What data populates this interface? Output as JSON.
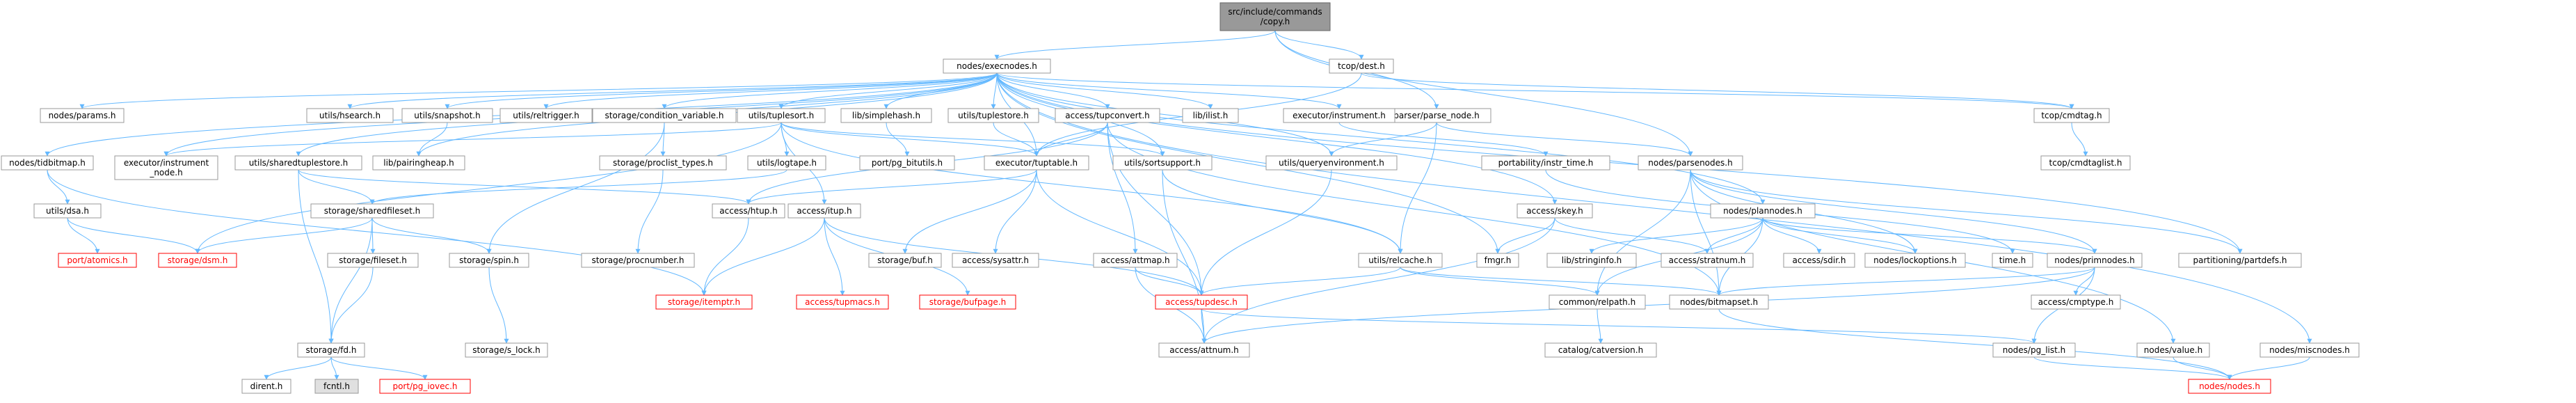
{
  "graph": {
    "title": "src/include/commands/copy.h dependency graph",
    "colors": {
      "root_fill": "#999999",
      "node_fill": "#ffffff",
      "node_stroke": "#999999",
      "text": "#000000",
      "text_missing": "#ff0000",
      "edge": "#63b8ff",
      "stub_fill": "#e0e0e0"
    },
    "nodes": [
      {
        "id": "root",
        "label": "src/include/commands\n/copy.h",
        "kind": "root"
      },
      {
        "id": "nodes_execnodes",
        "label": "nodes/execnodes.h",
        "kind": "normal"
      },
      {
        "id": "tcop_dest",
        "label": "tcop/dest.h",
        "kind": "normal"
      },
      {
        "id": "parser_parse_node",
        "label": "parser/parse_node.h",
        "kind": "normal"
      },
      {
        "id": "nodes_parsenodes",
        "label": "nodes/parsenodes.h",
        "kind": "normal"
      },
      {
        "id": "nodes_params",
        "label": "nodes/params.h",
        "kind": "normal"
      },
      {
        "id": "utils_hsearch",
        "label": "utils/hsearch.h",
        "kind": "normal"
      },
      {
        "id": "utils_snapshot",
        "label": "utils/snapshot.h",
        "kind": "normal"
      },
      {
        "id": "utils_reltrigger",
        "label": "utils/reltrigger.h",
        "kind": "normal"
      },
      {
        "id": "storage_condition_variable",
        "label": "storage/condition_variable.h",
        "kind": "normal"
      },
      {
        "id": "utils_tuplesort",
        "label": "utils/tuplesort.h",
        "kind": "normal"
      },
      {
        "id": "lib_simplehash",
        "label": "lib/simplehash.h",
        "kind": "normal"
      },
      {
        "id": "utils_tuplestore",
        "label": "utils/tuplestore.h",
        "kind": "normal"
      },
      {
        "id": "access_tupconvert",
        "label": "access/tupconvert.h",
        "kind": "normal"
      },
      {
        "id": "lib_ilist",
        "label": "lib/ilist.h",
        "kind": "normal"
      },
      {
        "id": "executor_instrument",
        "label": "executor/instrument.h",
        "kind": "normal"
      },
      {
        "id": "tcop_cmdtag",
        "label": "tcop/cmdtag.h",
        "kind": "normal"
      },
      {
        "id": "tcop_cmdtaglist",
        "label": "tcop/cmdtaglist.h",
        "kind": "normal"
      },
      {
        "id": "nodes_tidbitmap",
        "label": "nodes/tidbitmap.h",
        "kind": "normal"
      },
      {
        "id": "executor_instrument_node",
        "label": "executor/instrument\n_node.h",
        "kind": "normal"
      },
      {
        "id": "utils_sharedtuplestore",
        "label": "utils/sharedtuplestore.h",
        "kind": "normal"
      },
      {
        "id": "lib_pairingheap",
        "label": "lib/pairingheap.h",
        "kind": "normal"
      },
      {
        "id": "storage_proclist_types",
        "label": "storage/proclist_types.h",
        "kind": "normal"
      },
      {
        "id": "utils_logtape",
        "label": "utils/logtape.h",
        "kind": "normal"
      },
      {
        "id": "port_pg_bitutils",
        "label": "port/pg_bitutils.h",
        "kind": "normal"
      },
      {
        "id": "executor_tuptable",
        "label": "executor/tuptable.h",
        "kind": "normal"
      },
      {
        "id": "utils_sortsupport",
        "label": "utils/sortsupport.h",
        "kind": "normal"
      },
      {
        "id": "utils_queryenvironment",
        "label": "utils/queryenvironment.h",
        "kind": "normal"
      },
      {
        "id": "portability_instr_time",
        "label": "portability/instr_time.h",
        "kind": "normal"
      },
      {
        "id": "access_skey",
        "label": "access/skey.h",
        "kind": "normal"
      },
      {
        "id": "nodes_plannodes",
        "label": "nodes/plannodes.h",
        "kind": "normal"
      },
      {
        "id": "utils_dsa",
        "label": "utils/dsa.h",
        "kind": "normal"
      },
      {
        "id": "storage_sharedfileset",
        "label": "storage/sharedfileset.h",
        "kind": "normal"
      },
      {
        "id": "storage_procnumber",
        "label": "storage/procnumber.h",
        "kind": "normal"
      },
      {
        "id": "access_htup",
        "label": "access/htup.h",
        "kind": "normal"
      },
      {
        "id": "access_itup",
        "label": "access/itup.h",
        "kind": "normal"
      },
      {
        "id": "storage_buf",
        "label": "storage/buf.h",
        "kind": "normal"
      },
      {
        "id": "access_sysattr",
        "label": "access/sysattr.h",
        "kind": "normal"
      },
      {
        "id": "access_attmap",
        "label": "access/attmap.h",
        "kind": "normal"
      },
      {
        "id": "utils_relcache",
        "label": "utils/relcache.h",
        "kind": "normal"
      },
      {
        "id": "fmgr",
        "label": "fmgr.h",
        "kind": "normal"
      },
      {
        "id": "lib_stringinfo",
        "label": "lib/stringinfo.h",
        "kind": "normal"
      },
      {
        "id": "access_stratnum",
        "label": "access/stratnum.h",
        "kind": "normal"
      },
      {
        "id": "access_sdir",
        "label": "access/sdir.h",
        "kind": "normal"
      },
      {
        "id": "nodes_lockoptions",
        "label": "nodes/lockoptions.h",
        "kind": "normal"
      },
      {
        "id": "time",
        "label": "time.h",
        "kind": "normal"
      },
      {
        "id": "nodes_primnodes",
        "label": "nodes/primnodes.h",
        "kind": "normal"
      },
      {
        "id": "partitioning_partdefs",
        "label": "partitioning/partdefs.h",
        "kind": "normal"
      },
      {
        "id": "port_atomics",
        "label": "port/atomics.h",
        "kind": "missing"
      },
      {
        "id": "storage_dsm",
        "label": "storage/dsm.h",
        "kind": "missing"
      },
      {
        "id": "storage_fileset",
        "label": "storage/fileset.h",
        "kind": "normal"
      },
      {
        "id": "storage_spin",
        "label": "storage/spin.h",
        "kind": "normal"
      },
      {
        "id": "storage_itemptr",
        "label": "storage/itemptr.h",
        "kind": "missing"
      },
      {
        "id": "access_tupmacs",
        "label": "access/tupmacs.h",
        "kind": "missing"
      },
      {
        "id": "storage_bufpage",
        "label": "storage/bufpage.h",
        "kind": "missing"
      },
      {
        "id": "access_tupdesc",
        "label": "access/tupdesc.h",
        "kind": "missing"
      },
      {
        "id": "common_relpath",
        "label": "common/relpath.h",
        "kind": "normal"
      },
      {
        "id": "nodes_bitmapset",
        "label": "nodes/bitmapset.h",
        "kind": "normal"
      },
      {
        "id": "access_cmptype",
        "label": "access/cmptype.h",
        "kind": "normal"
      },
      {
        "id": "storage_fd",
        "label": "storage/fd.h",
        "kind": "normal"
      },
      {
        "id": "storage_s_lock",
        "label": "storage/s_lock.h",
        "kind": "normal"
      },
      {
        "id": "access_attnum",
        "label": "access/attnum.h",
        "kind": "normal"
      },
      {
        "id": "catalog_catversion",
        "label": "catalog/catversion.h",
        "kind": "normal"
      },
      {
        "id": "nodes_pg_list",
        "label": "nodes/pg_list.h",
        "kind": "normal"
      },
      {
        "id": "nodes_value",
        "label": "nodes/value.h",
        "kind": "normal"
      },
      {
        "id": "nodes_miscnodes",
        "label": "nodes/miscnodes.h",
        "kind": "normal"
      },
      {
        "id": "dirent",
        "label": "dirent.h",
        "kind": "normal"
      },
      {
        "id": "fcntl",
        "label": "fcntl.h",
        "kind": "stub"
      },
      {
        "id": "port_pg_iovec",
        "label": "port/pg_iovec.h",
        "kind": "missing"
      },
      {
        "id": "nodes_nodes",
        "label": "nodes/nodes.h",
        "kind": "missing"
      }
    ],
    "edges": [
      [
        "root",
        "nodes_execnodes"
      ],
      [
        "root",
        "tcop_dest"
      ],
      [
        "root",
        "parser_parse_node"
      ],
      [
        "root",
        "nodes_parsenodes"
      ],
      [
        "nodes_execnodes",
        "nodes_params"
      ],
      [
        "nodes_execnodes",
        "utils_hsearch"
      ],
      [
        "nodes_execnodes",
        "utils_snapshot"
      ],
      [
        "nodes_execnodes",
        "utils_reltrigger"
      ],
      [
        "nodes_execnodes",
        "storage_condition_variable"
      ],
      [
        "nodes_execnodes",
        "utils_tuplesort"
      ],
      [
        "nodes_execnodes",
        "lib_simplehash"
      ],
      [
        "nodes_execnodes",
        "utils_tuplestore"
      ],
      [
        "nodes_execnodes",
        "access_tupconvert"
      ],
      [
        "nodes_execnodes",
        "lib_ilist"
      ],
      [
        "nodes_execnodes",
        "executor_instrument"
      ],
      [
        "nodes_execnodes",
        "tcop_cmdtag"
      ],
      [
        "nodes_execnodes",
        "nodes_tidbitmap"
      ],
      [
        "nodes_execnodes",
        "executor_instrument_node"
      ],
      [
        "nodes_execnodes",
        "utils_sharedtuplestore"
      ],
      [
        "nodes_execnodes",
        "lib_pairingheap"
      ],
      [
        "nodes_execnodes",
        "executor_tuptable"
      ],
      [
        "nodes_execnodes",
        "utils_sortsupport"
      ],
      [
        "nodes_execnodes",
        "utils_queryenvironment"
      ],
      [
        "nodes_execnodes",
        "access_skey"
      ],
      [
        "nodes_execnodes",
        "nodes_plannodes"
      ],
      [
        "nodes_execnodes",
        "fmgr"
      ],
      [
        "nodes_execnodes",
        "partitioning_partdefs"
      ],
      [
        "nodes_execnodes",
        "nodes_miscnodes"
      ],
      [
        "tcop_dest",
        "executor_tuptable"
      ],
      [
        "tcop_dest",
        "tcop_cmdtag"
      ],
      [
        "parser_parse_node",
        "nodes_parsenodes"
      ],
      [
        "parser_parse_node",
        "utils_queryenvironment"
      ],
      [
        "parser_parse_node",
        "utils_relcache"
      ],
      [
        "nodes_parsenodes",
        "nodes_lockoptions"
      ],
      [
        "nodes_parsenodes",
        "nodes_primnodes"
      ],
      [
        "nodes_parsenodes",
        "nodes_value"
      ],
      [
        "nodes_parsenodes",
        "partitioning_partdefs"
      ],
      [
        "nodes_parsenodes",
        "common_relpath"
      ],
      [
        "nodes_parsenodes",
        "nodes_bitmapset"
      ],
      [
        "tcop_cmdtag",
        "tcop_cmdtaglist"
      ],
      [
        "utils_snapshot",
        "lib_pairingheap"
      ],
      [
        "storage_condition_variable",
        "storage_proclist_types"
      ],
      [
        "storage_condition_variable",
        "storage_spin"
      ],
      [
        "utils_tuplesort",
        "executor_tuptable"
      ],
      [
        "utils_tuplesort",
        "utils_logtape"
      ],
      [
        "utils_tuplesort",
        "utils_sortsupport"
      ],
      [
        "utils_tuplesort",
        "access_itup"
      ],
      [
        "utils_tuplesort",
        "utils_relcache"
      ],
      [
        "utils_tuplesort",
        "executor_instrument_node"
      ],
      [
        "utils_tuplesort",
        "storage_dsm"
      ],
      [
        "lib_simplehash",
        "port_pg_bitutils"
      ],
      [
        "utils_tuplestore",
        "executor_tuptable"
      ],
      [
        "access_tupconvert",
        "access_attmap"
      ],
      [
        "access_tupconvert",
        "access_htup"
      ],
      [
        "access_tupconvert",
        "access_tupdesc"
      ],
      [
        "access_tupconvert",
        "executor_tuptable"
      ],
      [
        "access_tupconvert",
        "nodes_bitmapset"
      ],
      [
        "executor_instrument",
        "portability_instr_time"
      ],
      [
        "nodes_tidbitmap",
        "utils_dsa"
      ],
      [
        "nodes_tidbitmap",
        "storage_itemptr"
      ],
      [
        "utils_sharedtuplestore",
        "storage_fd"
      ],
      [
        "utils_sharedtuplestore",
        "storage_sharedfileset"
      ],
      [
        "utils_sharedtuplestore",
        "access_htup"
      ],
      [
        "storage_proclist_types",
        "storage_procnumber"
      ],
      [
        "utils_logtape",
        "storage_sharedfileset"
      ],
      [
        "executor_tuptable",
        "access_htup"
      ],
      [
        "executor_tuptable",
        "access_sysattr"
      ],
      [
        "executor_tuptable",
        "access_tupdesc"
      ],
      [
        "executor_tuptable",
        "storage_buf"
      ],
      [
        "utils_sortsupport",
        "utils_relcache"
      ],
      [
        "utils_sortsupport",
        "access_attnum"
      ],
      [
        "utils_queryenvironment",
        "access_tupdesc"
      ],
      [
        "portability_instr_time",
        "time"
      ],
      [
        "access_skey",
        "access_stratnum"
      ],
      [
        "access_skey",
        "fmgr"
      ],
      [
        "access_skey",
        "access_attnum"
      ],
      [
        "nodes_plannodes",
        "access_sdir"
      ],
      [
        "nodes_plannodes",
        "access_stratnum"
      ],
      [
        "nodes_plannodes",
        "lib_stringinfo"
      ],
      [
        "nodes_plannodes",
        "nodes_lockoptions"
      ],
      [
        "nodes_plannodes",
        "nodes_primnodes"
      ],
      [
        "nodes_plannodes",
        "common_relpath"
      ],
      [
        "nodes_plannodes",
        "nodes_bitmapset"
      ],
      [
        "utils_dsa",
        "port_atomics"
      ],
      [
        "utils_dsa",
        "storage_dsm"
      ],
      [
        "storage_sharedfileset",
        "storage_dsm"
      ],
      [
        "storage_sharedfileset",
        "storage_fd"
      ],
      [
        "storage_sharedfileset",
        "storage_fileset"
      ],
      [
        "storage_sharedfileset",
        "storage_spin"
      ],
      [
        "access_htup",
        "storage_itemptr"
      ],
      [
        "access_itup",
        "access_tupdesc"
      ],
      [
        "access_itup",
        "access_tupmacs"
      ],
      [
        "access_itup",
        "storage_bufpage"
      ],
      [
        "access_itup",
        "storage_itemptr"
      ],
      [
        "access_attmap",
        "access_attnum"
      ],
      [
        "access_attmap",
        "access_tupdesc"
      ],
      [
        "utils_relcache",
        "access_tupdesc"
      ],
      [
        "utils_relcache",
        "common_relpath"
      ],
      [
        "utils_relcache",
        "nodes_bitmapset"
      ],
      [
        "nodes_primnodes",
        "access_attnum"
      ],
      [
        "nodes_primnodes",
        "access_cmptype"
      ],
      [
        "nodes_primnodes",
        "nodes_bitmapset"
      ],
      [
        "nodes_primnodes",
        "nodes_pg_list"
      ],
      [
        "storage_fileset",
        "storage_fd"
      ],
      [
        "storage_spin",
        "storage_s_lock"
      ],
      [
        "access_tupdesc",
        "access_attnum"
      ],
      [
        "access_tupdesc",
        "nodes_pg_list"
      ],
      [
        "common_relpath",
        "catalog_catversion"
      ],
      [
        "nodes_bitmapset",
        "nodes_nodes"
      ],
      [
        "storage_fd",
        "dirent"
      ],
      [
        "storage_fd",
        "fcntl"
      ],
      [
        "storage_fd",
        "port_pg_iovec"
      ],
      [
        "nodes_pg_list",
        "nodes_nodes"
      ],
      [
        "nodes_value",
        "nodes_nodes"
      ],
      [
        "nodes_miscnodes",
        "nodes_nodes"
      ]
    ]
  }
}
